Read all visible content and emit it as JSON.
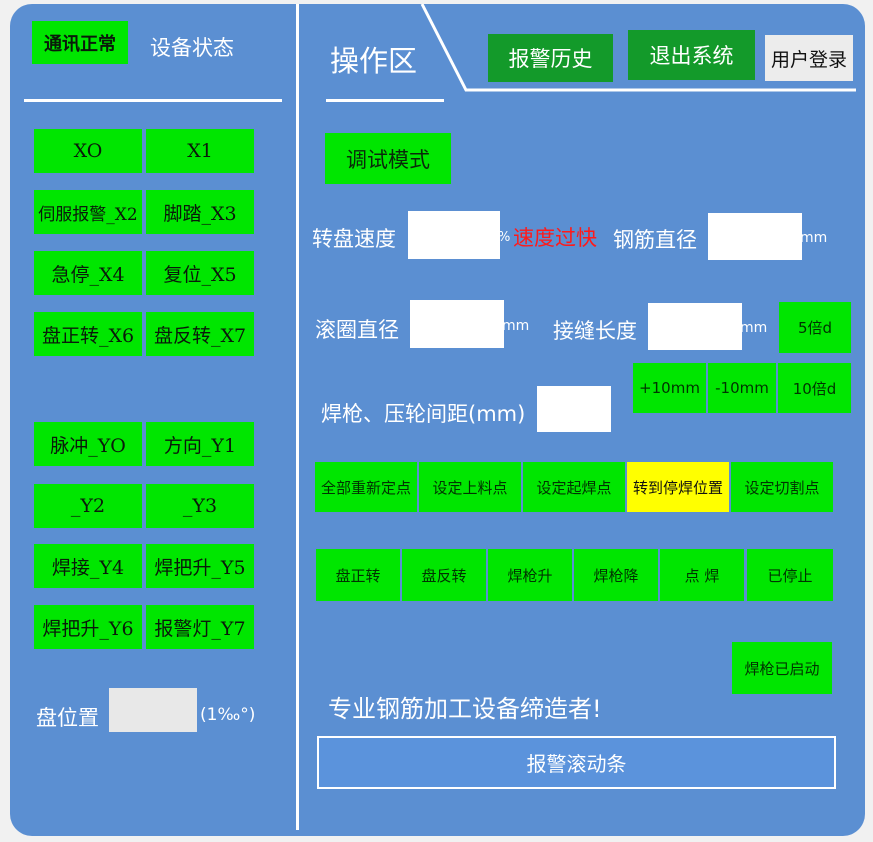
{
  "left": {
    "comm_status": "通讯正常",
    "device_status": "设备状态",
    "inputs": [
      "XO",
      "X1",
      "伺服报警_X2",
      "脚踏_X3",
      "急停_X4",
      "复位_X5",
      "盘正转_X6",
      "盘反转_X7"
    ],
    "outputs": [
      "脉冲_YO",
      "方向_Y1",
      "_Y2",
      "_Y3",
      "焊接_Y4",
      "焊把升_Y5",
      "焊把升_Y6",
      "报警灯_Y7"
    ],
    "pan_position_label": "盘位置",
    "pan_position_unit": "(1‰°)"
  },
  "header": {
    "title": "操作区",
    "alarm_history": "报警历史",
    "exit_system": "退出系统",
    "user_login": "用户登录"
  },
  "main": {
    "debug_mode": "调试模式",
    "turntable_speed_label": "转盘速度",
    "percent": "%",
    "speed_warning": "速度过快",
    "rebar_diameter_label": "钢筋直径",
    "mm": "mm",
    "roller_diameter_label": "滚圈直径",
    "seam_length_label": "接缝长度",
    "btn_5d": "5倍d",
    "gun_wheel_distance_label": "焊枪、压轮间距(mm)",
    "btn_plus10": "+10mm",
    "btn_minus10": "-10mm",
    "btn_10d": "10倍d",
    "point_buttons": [
      "全部重新定点",
      "设定上料点",
      "设定起焊点",
      "转到停焊位置",
      "设定切割点"
    ],
    "control_buttons": [
      "盘正转",
      "盘反转",
      "焊枪升",
      "焊枪降",
      "点 焊",
      "已停止"
    ],
    "gun_started": "焊枪已启动",
    "slogan": "专业钢筋加工设备缔造者!",
    "alarm_bar": "报警滚动条"
  },
  "colors": {
    "background_blue": "#5b8fd2",
    "button_green": "#00e600",
    "dark_green": "#139a2a",
    "highlight_yellow": "#ffff00",
    "warning_red": "#ff1a1a"
  }
}
